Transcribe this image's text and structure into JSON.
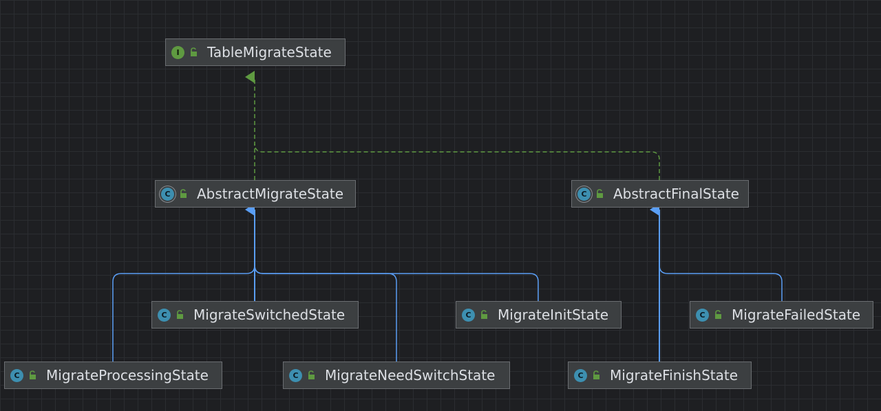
{
  "diagram": {
    "nodes": [
      {
        "id": "table-migrate-state",
        "label": "TableMigrateState",
        "kind": "interface",
        "badge": "I"
      },
      {
        "id": "abstract-migrate-state",
        "label": "AbstractMigrateState",
        "kind": "abstract",
        "badge": "C"
      },
      {
        "id": "abstract-final-state",
        "label": "AbstractFinalState",
        "kind": "abstract",
        "badge": "C"
      },
      {
        "id": "migrate-switched-state",
        "label": "MigrateSwitchedState",
        "kind": "class",
        "badge": "C"
      },
      {
        "id": "migrate-init-state",
        "label": "MigrateInitState",
        "kind": "class",
        "badge": "C"
      },
      {
        "id": "migrate-failed-state",
        "label": "MigrateFailedState",
        "kind": "class",
        "badge": "C"
      },
      {
        "id": "migrate-processing-state",
        "label": "MigrateProcessingState",
        "kind": "class",
        "badge": "C"
      },
      {
        "id": "migrate-need-switch-state",
        "label": "MigrateNeedSwitchState",
        "kind": "class",
        "badge": "C"
      },
      {
        "id": "migrate-finish-state",
        "label": "MigrateFinishState",
        "kind": "class",
        "badge": "C"
      }
    ],
    "edges": [
      {
        "from": "abstract-migrate-state",
        "to": "table-migrate-state",
        "type": "implements"
      },
      {
        "from": "abstract-final-state",
        "to": "table-migrate-state",
        "type": "implements"
      },
      {
        "from": "migrate-processing-state",
        "to": "abstract-migrate-state",
        "type": "extends"
      },
      {
        "from": "migrate-switched-state",
        "to": "abstract-migrate-state",
        "type": "extends"
      },
      {
        "from": "migrate-need-switch-state",
        "to": "abstract-migrate-state",
        "type": "extends"
      },
      {
        "from": "migrate-init-state",
        "to": "abstract-migrate-state",
        "type": "extends"
      },
      {
        "from": "migrate-finish-state",
        "to": "abstract-final-state",
        "type": "extends"
      },
      {
        "from": "migrate-failed-state",
        "to": "abstract-final-state",
        "type": "extends"
      }
    ],
    "colors": {
      "implements_edge": "#5f9a41",
      "extends_edge": "#5a9ef5",
      "node_fill": "#3c3f41",
      "node_border": "#6b6e72",
      "text": "#dcdfe4",
      "background": "#1e1f22"
    },
    "icons": {
      "visibility": "unlocked-padlock-icon"
    }
  }
}
